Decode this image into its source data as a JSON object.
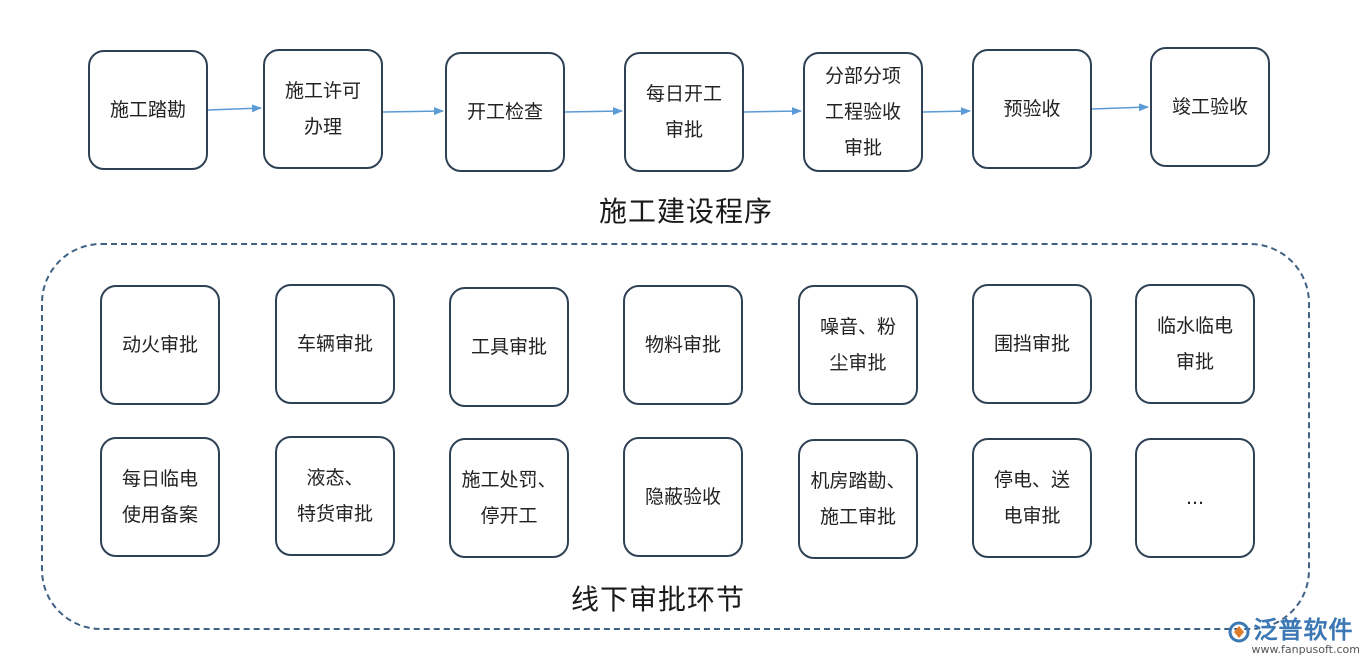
{
  "process": {
    "title": "施工建设程序",
    "steps": [
      "施工踏勘",
      "施工许可\n办理",
      "开工检查",
      "每日开工\n审批",
      "分部分项\n工程验收\n审批",
      "预验收",
      "竣工验收"
    ]
  },
  "offline": {
    "title": "线下审批环节",
    "row1": [
      "动火审批",
      "车辆审批",
      "工具审批",
      "物料审批",
      "噪音、粉\n尘审批",
      "围挡审批",
      "临水临电\n审批"
    ],
    "row2": [
      "每日临电\n使用备案",
      "液态、\n特货审批",
      "施工处罚、\n停开工",
      "隐蔽验收",
      "机房踏勘、\n施工审批",
      "停电、送\n电审批",
      "..."
    ]
  },
  "watermark": {
    "name": "泛普软件",
    "url": "www.fanpusoft.com"
  },
  "colors": {
    "arrow": "#5b9bd5",
    "border": "#2f4255",
    "dashed": "#3f6183",
    "logo": "#3c78b4"
  }
}
